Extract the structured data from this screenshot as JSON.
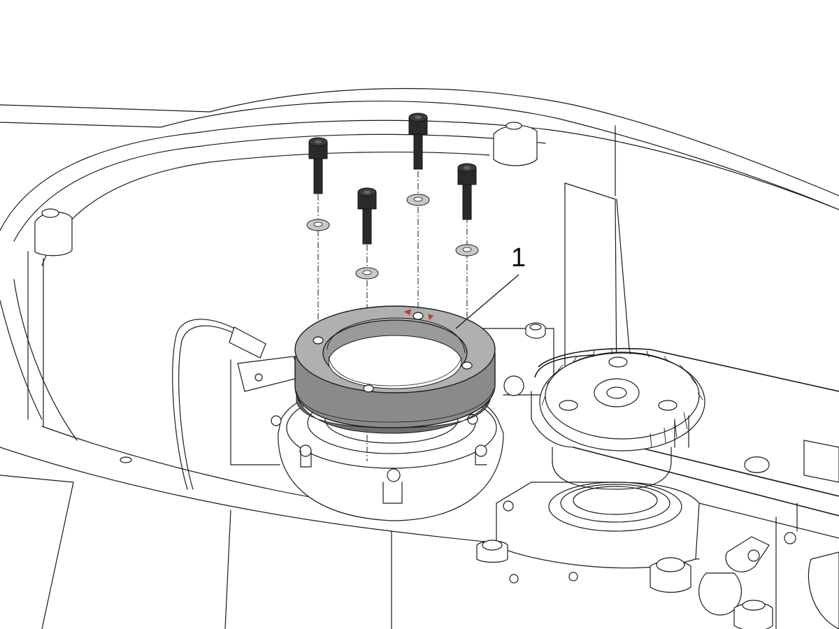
{
  "callout": {
    "number": "1"
  },
  "colors": {
    "line": "#1a1a1a",
    "part_fill": "#8c8c8c",
    "part_highlight": "#b5b5b5",
    "screw": "#2a2a2a",
    "washer": "#c8c8c8",
    "mark": "#c0392b"
  },
  "parts": {
    "screw_count": 4,
    "washer_count": 4
  }
}
